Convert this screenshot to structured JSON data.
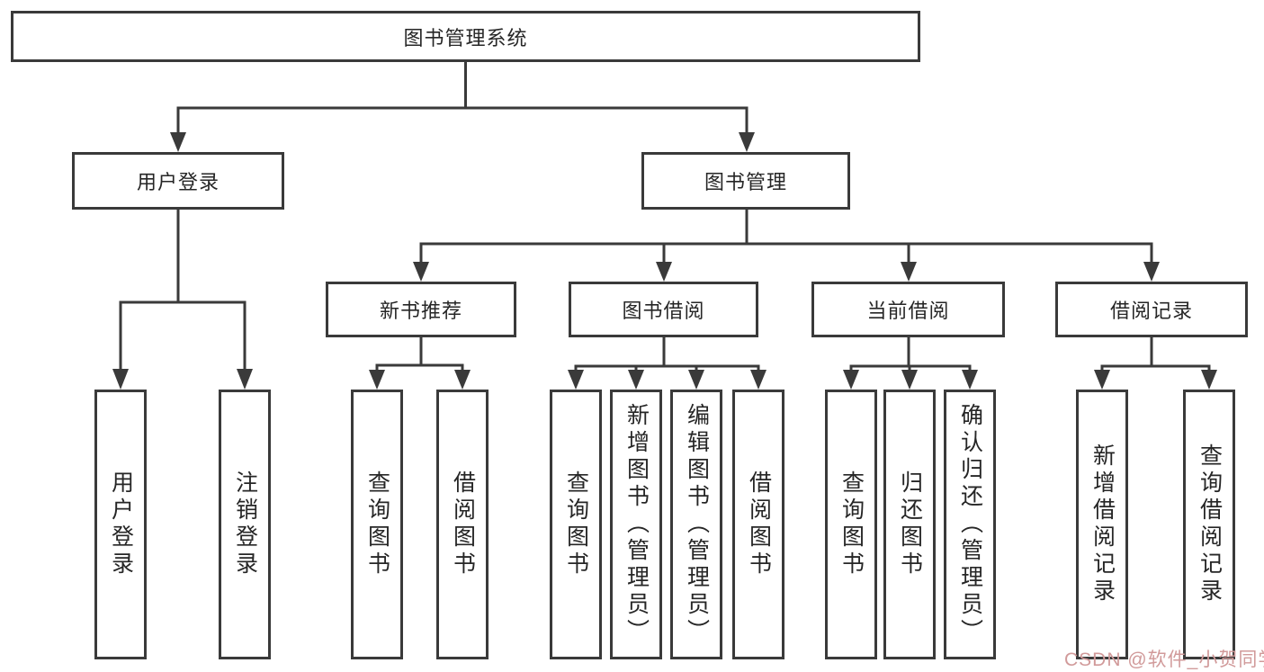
{
  "nodes": {
    "root": "图书管理系统",
    "user_login": "用户登录",
    "book_mgmt": "图书管理",
    "new_book_rec": "新书推荐",
    "book_borrow": "图书借阅",
    "current_borrow": "当前借阅",
    "borrow_records": "借阅记录",
    "leaf_user_login": "用户登录",
    "leaf_logout": "注销登录",
    "leaf_query_books_1": "查询图书",
    "leaf_borrow_books_1": "借阅图书",
    "leaf_query_books_2": "查询图书",
    "leaf_add_books": "新增图书（管理员）",
    "leaf_edit_books": "编辑图书（管理员）",
    "leaf_borrow_books_2": "借阅图书",
    "leaf_query_books_3": "查询图书",
    "leaf_return_books": "归还图书",
    "leaf_confirm_return": "确认归还（管理员）",
    "leaf_add_record": "新增借阅记录",
    "leaf_query_record": "查询借阅记录"
  },
  "hierarchy": {
    "图书管理系统": {
      "用户登录": [
        "用户登录",
        "注销登录"
      ],
      "图书管理": {
        "新书推荐": [
          "查询图书",
          "借阅图书"
        ],
        "图书借阅": [
          "查询图书",
          "新增图书（管理员）",
          "编辑图书（管理员）",
          "借阅图书"
        ],
        "当前借阅": [
          "查询图书",
          "归还图书",
          "确认归还（管理员）"
        ],
        "借阅记录": [
          "新增借阅记录",
          "查询借阅记录"
        ]
      }
    }
  },
  "watermark": {
    "text": "CSDN @软件_小贺同学"
  },
  "colors": {
    "line": "#3a3a3a",
    "text": "#262626",
    "box_fill": "#ffffff",
    "watermark": "#d19a9a"
  }
}
